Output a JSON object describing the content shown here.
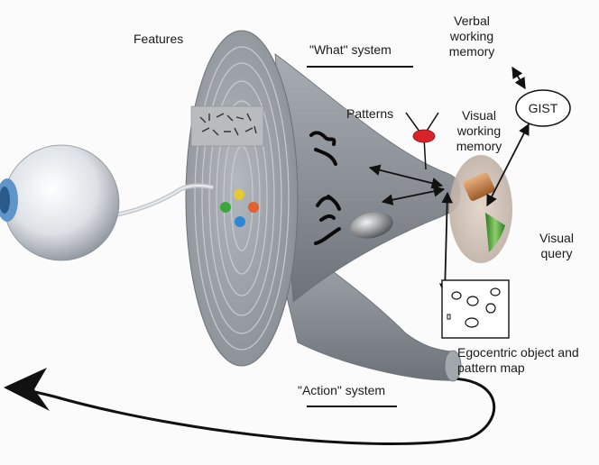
{
  "labels": {
    "features": "Features",
    "what_system": "\"What\" system",
    "verbal_line1": "Verbal",
    "verbal_line2": "working",
    "verbal_line3": "memory",
    "gist": "GIST",
    "patterns": "Patterns",
    "visual_wm_line1": "Visual",
    "visual_wm_line2": "working",
    "visual_wm_line3": "memory",
    "visual_query_line1": "Visual",
    "visual_query_line2": "query",
    "egocentric_line1": "Egocentric object and",
    "egocentric_line2": "pattern map",
    "action_system": "\"Action\" system"
  },
  "colors": {
    "funnel": "#8b9097",
    "disc": "#9ea3a9",
    "eye": "#e4e7ec",
    "iris": "#5f95c8",
    "pattern_node": "#d8232a",
    "wm_cloud": "#d6c3b4",
    "cone": "#4f9a3a",
    "cylinder": "#c9834a",
    "feature_yellow": "#e6c933",
    "feature_green": "#39a83b",
    "feature_red": "#e2612f",
    "feature_blue": "#2e86d6"
  }
}
